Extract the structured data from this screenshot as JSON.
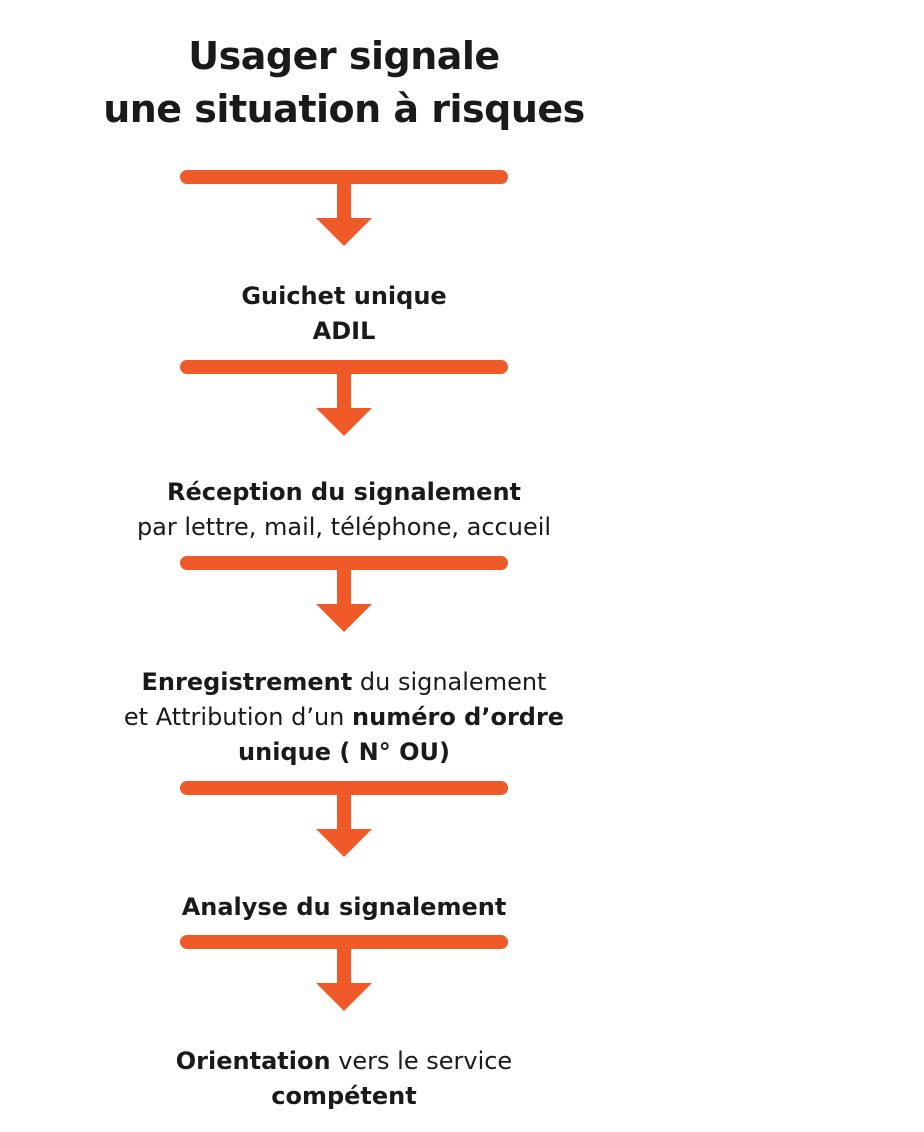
{
  "title": {
    "line1": "Usager signale",
    "line2": "une situation à risques"
  },
  "colors": {
    "arrow": "#f05a28",
    "text": "#1a1a1a"
  },
  "steps": [
    {
      "lines": [
        [
          {
            "text": "Guichet unique",
            "bold": true
          }
        ],
        [
          {
            "text": "ADIL",
            "bold": true
          }
        ]
      ]
    },
    {
      "lines": [
        [
          {
            "text": "Réception du signalement",
            "bold": true
          }
        ],
        [
          {
            "text": "par lettre, mail, téléphone, accueil",
            "bold": false
          }
        ]
      ]
    },
    {
      "lines": [
        [
          {
            "text": "Enregistrement",
            "bold": true
          },
          {
            "text": " du signalement",
            "bold": false
          }
        ],
        [
          {
            "text": "et Attribution d’un ",
            "bold": false
          },
          {
            "text": "numéro d’ordre",
            "bold": true
          }
        ],
        [
          {
            "text": "unique ( N° OU)",
            "bold": true
          }
        ]
      ]
    },
    {
      "lines": [
        [
          {
            "text": "Analyse du signalement",
            "bold": true
          }
        ]
      ]
    },
    {
      "lines": [
        [
          {
            "text": "Orientation",
            "bold": true
          },
          {
            "text": " vers le service",
            "bold": false
          }
        ],
        [
          {
            "text": "compétent",
            "bold": true
          }
        ]
      ]
    }
  ]
}
